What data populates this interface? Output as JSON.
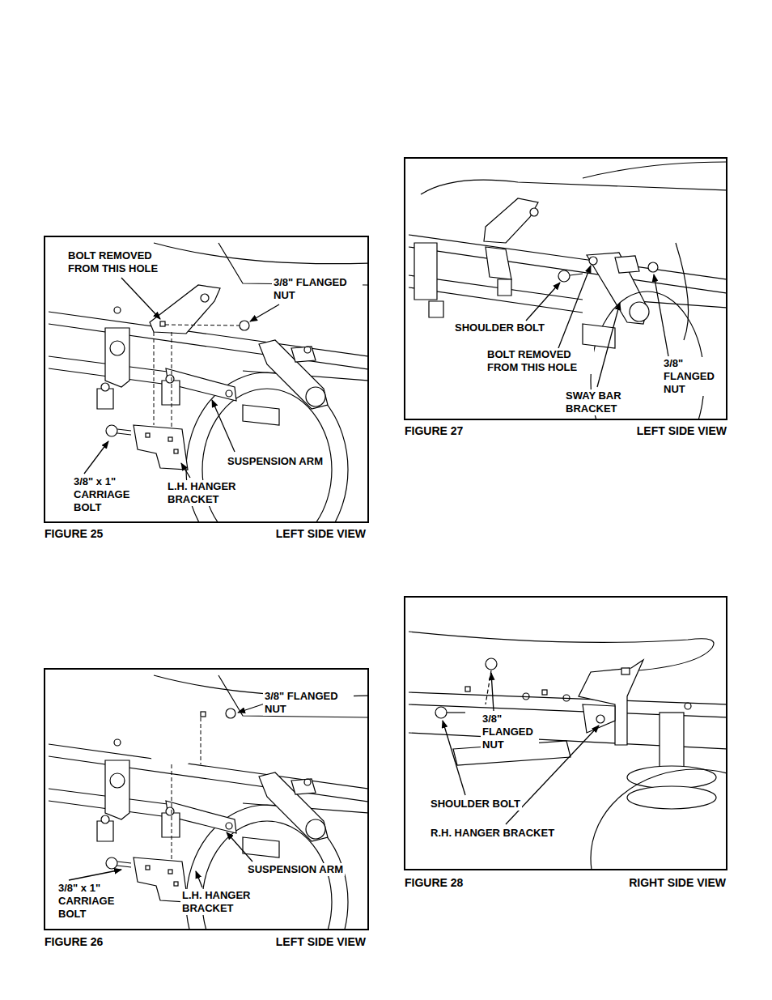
{
  "diagram": {
    "labels": [
      "BOLT REMOVED FROM THIS HOLE",
      "3/8\" FLANGED NUT",
      "SUSPENSION ARM",
      "3/8\" x 1\" CARRIAGE BOLT",
      "L.H. HANGER BRACKET",
      "FIGURE 25",
      "LEFT SIDE VIEW",
      "3/8\" FLANGED NUT",
      "SUSPENSION ARM",
      "3/8\" x 1\" CARRIAGE BOLT",
      "L.H. HANGER BRACKET",
      "FIGURE 26",
      "LEFT SIDE VIEW",
      "SHOULDER BOLT",
      "BOLT REMOVED FROM THIS HOLE",
      "SWAY BAR BRACKET",
      "3/8\" FLANGED NUT",
      "FIGURE 27",
      "LEFT SIDE VIEW",
      "3/8\" FLANGED NUT",
      "SHOULDER BOLT",
      "R.H. HANGER BRACKET",
      "FIGURE 28",
      "RIGHT SIDE VIEW"
    ]
  }
}
